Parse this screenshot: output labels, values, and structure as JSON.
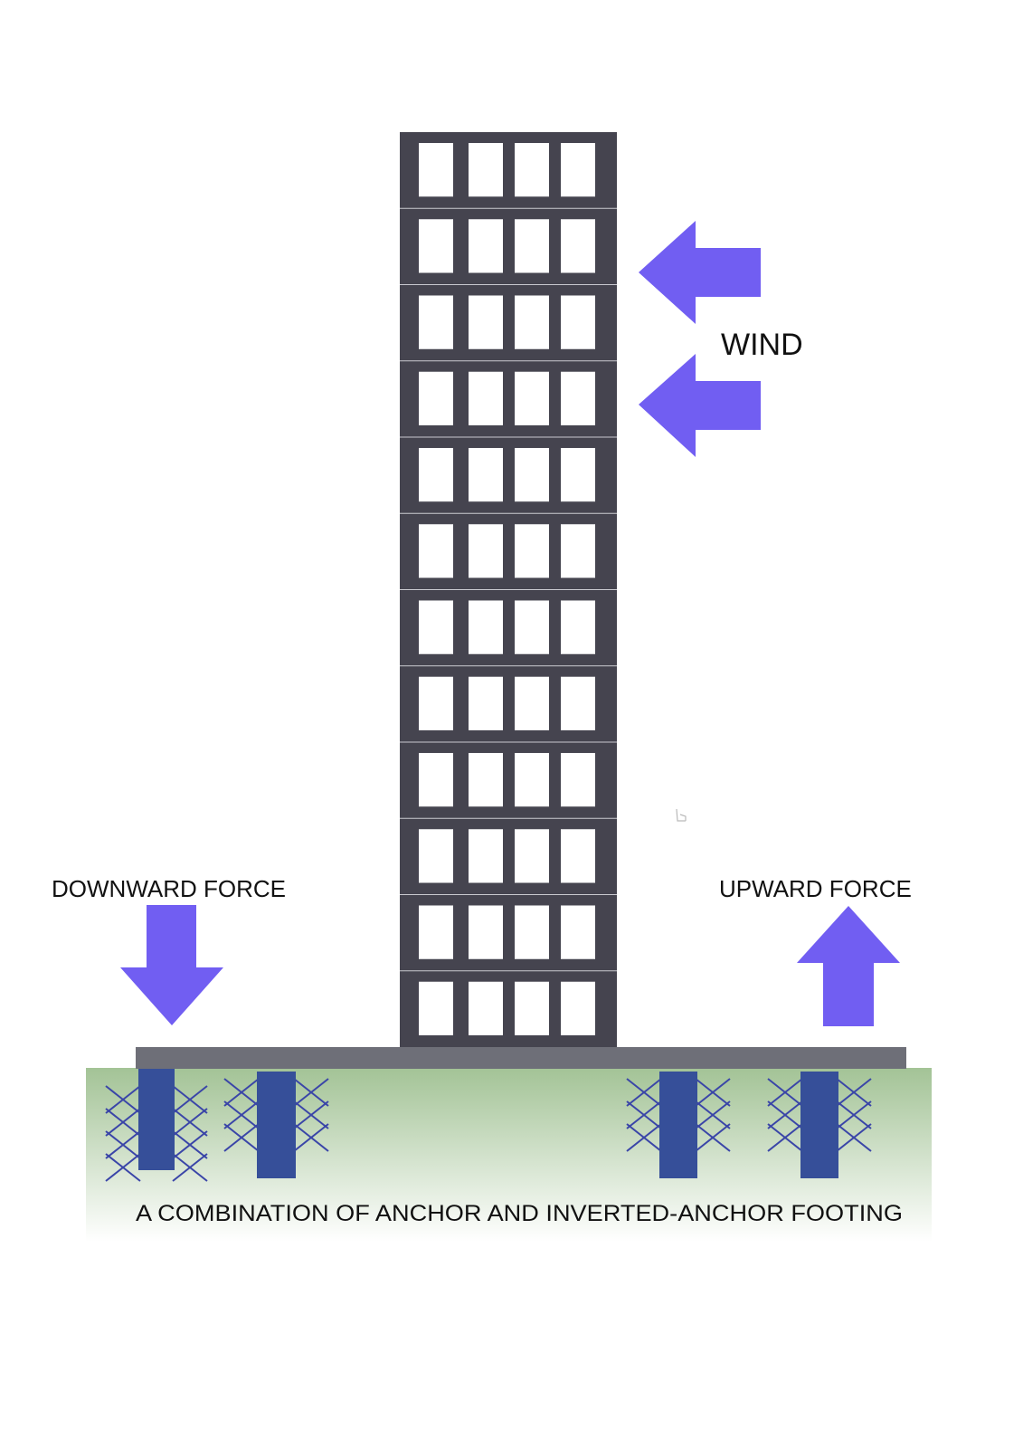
{
  "labels": {
    "wind": "WIND",
    "downward_force": "DOWNWARD FORCE",
    "upward_force": "UPWARD FORCE",
    "caption": "A COMBINATION OF ANCHOR AND INVERTED-ANCHOR FOOTING"
  },
  "building": {
    "floors": 12,
    "windows_per_floor": 4
  },
  "colors": {
    "building": "#45444f",
    "window": "#ffffff",
    "arrow": "#715ef2",
    "foundation_slab": "#6e6f78",
    "ground_top": "#a3c396",
    "ground_bottom": "#ffffff",
    "pile": "#364f99",
    "anchor_line": "#3a45a8"
  },
  "icons": {
    "wind_arrows": "arrow-left-icon",
    "downward_arrow": "arrow-down-icon",
    "upward_arrow": "arrow-up-icon"
  }
}
